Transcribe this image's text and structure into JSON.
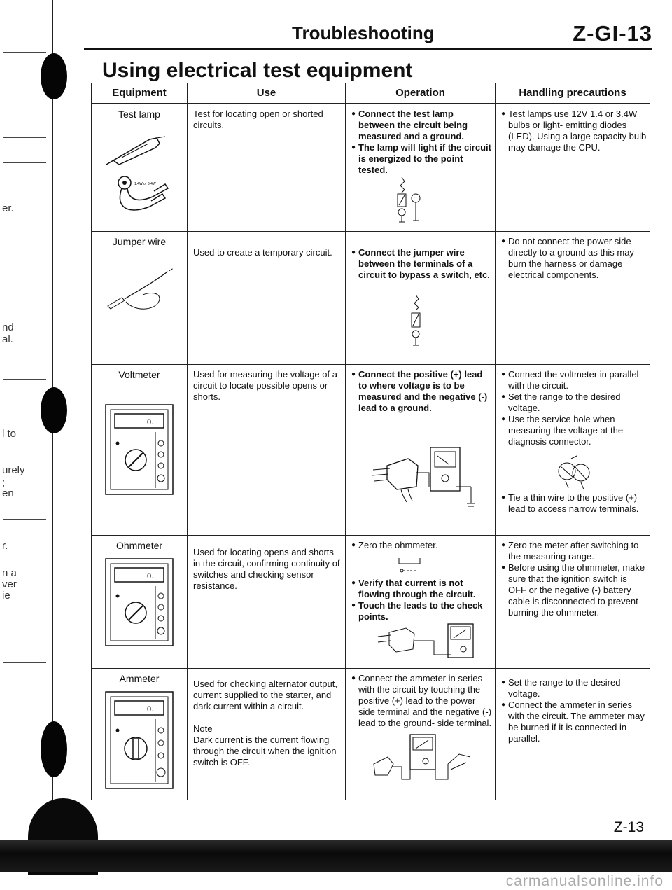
{
  "header": {
    "title": "Troubleshooting",
    "code": "Z-GI-13"
  },
  "section_title": "Using electrical test equipment",
  "columns": [
    "Equipment",
    "Use",
    "Operation",
    "Handling precautions"
  ],
  "rows": [
    {
      "equipment": "Test lamp",
      "use": [
        "Test for locating open or shorted circuits."
      ],
      "operation": [
        "Connect the test lamp between the circuit being measured and a ground.",
        "The lamp will light if the circuit is energized to the point tested."
      ],
      "precautions": [
        "Test lamps use 12V 1.4 or 3.4W bulbs or light- emitting diodes (LED). Using a large capacity bulb may damage the CPU."
      ]
    },
    {
      "equipment": "Jumper wire",
      "use": [
        "Used to create a temporary circuit."
      ],
      "operation": [
        "Connect the jumper wire between the terminals of a circuit to bypass a switch, etc."
      ],
      "precautions": [
        "Do not connect the power side directly to a ground as this may burn the harness or damage electrical components."
      ]
    },
    {
      "equipment": "Voltmeter",
      "use": [
        "Used for measuring the voltage of a circuit to locate possible opens or shorts."
      ],
      "operation": [
        "Connect the positive (+) lead to where voltage is to be measured and the negative (-) lead to a ground."
      ],
      "precautions": [
        "Connect the voltmeter in parallel with the circuit.",
        "Set the range to the desired voltage.",
        "Use the service hole when measuring the voltage at the diagnosis connector.",
        "Tie a thin wire to the positive (+) lead to access narrow terminals."
      ]
    },
    {
      "equipment": "Ohmmeter",
      "use": [
        "Used for locating opens and shorts in the circuit, confirming continuity of switches and checking sensor resistance."
      ],
      "operation": [
        "Zero the ohmmeter.",
        "Verify that current is not flowing through the circuit.",
        "Touch the leads to the check points."
      ],
      "precautions": [
        "Zero the meter after switching to the measuring range.",
        "Before using the ohmmeter, make sure that the ignition switch is OFF or the negative (-) battery cable is disconnected to prevent burning the ohmmeter."
      ]
    },
    {
      "equipment": "Ammeter",
      "use": [
        "Used for checking alternator output, current supplied to the starter, and dark current within a circuit."
      ],
      "use_note_label": "Note",
      "use_note": "Dark current is the current flowing through the circuit when the ignition switch is OFF.",
      "operation": [
        "Connect the ammeter in series with the circuit by touching the positive (+) lead to the power side terminal and the negative (-) lead to the ground- side terminal."
      ],
      "precautions": [
        "Set the range to the desired voltage.",
        "Connect the ammeter in series with the circuit. The ammeter may be burned if it is connected in parallel."
      ]
    }
  ],
  "figure_labels": {
    "bulb": "1.4W or 3.4W",
    "meter_display": "0."
  },
  "margin_fragments": [
    "er.",
    "nd",
    "al.",
    "l to",
    "urely",
    ";",
    "en",
    "r.",
    "n a",
    "ver",
    "ie"
  ],
  "page_number": "Z-13",
  "watermark": "carmanualsonline.info"
}
